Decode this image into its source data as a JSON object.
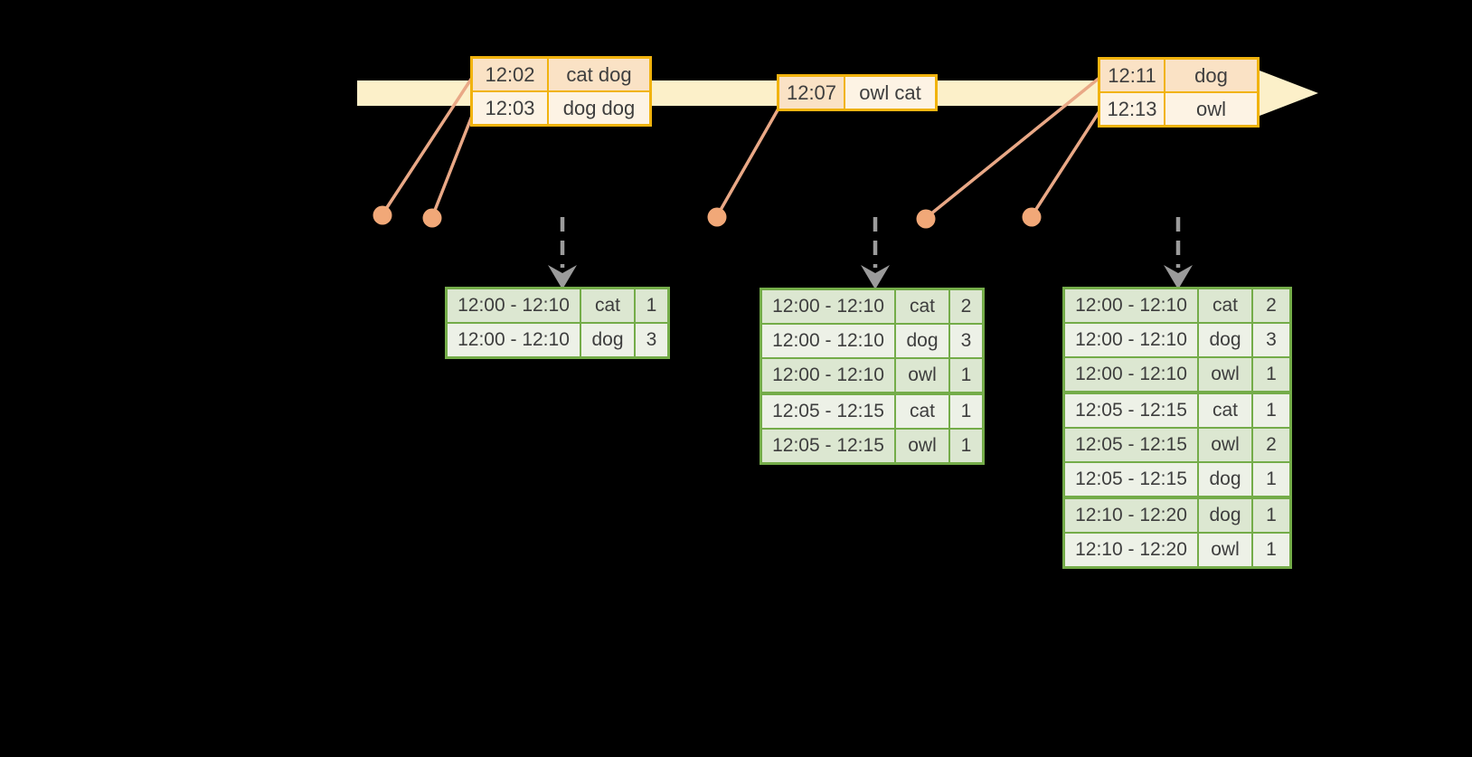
{
  "colors": {
    "background": "#000000",
    "timeline_fill": "#FCF0C9",
    "event_border": "#F1B30E",
    "event_row_dark": "#FAE2C5",
    "event_row_light": "#FDF3E4",
    "connector_line": "#E9A886",
    "dot_fill": "#F1A878",
    "dashed_arrow": "#9B9B9B",
    "result_border": "#74AC49",
    "result_row_dark": "#DCE7D1",
    "result_row_light": "#EDF1E7",
    "text": "#3E3E3E"
  },
  "event_groups": [
    {
      "rows": [
        {
          "time": "12:02",
          "words": "cat dog"
        },
        {
          "time": "12:03",
          "words": "dog dog"
        }
      ]
    },
    {
      "rows": [
        {
          "time": "12:07",
          "words": "owl cat"
        }
      ]
    },
    {
      "rows": [
        {
          "time": "12:11",
          "words": "dog"
        },
        {
          "time": "12:13",
          "words": "owl"
        }
      ]
    }
  ],
  "result_tables": [
    {
      "rows": [
        [
          "12:00 - 12:10",
          "cat",
          "1"
        ],
        [
          "12:00 - 12:10",
          "dog",
          "3"
        ]
      ]
    },
    {
      "rows": [
        [
          "12:00 - 12:10",
          "cat",
          "2"
        ],
        [
          "12:00 - 12:10",
          "dog",
          "3"
        ],
        [
          "12:00 - 12:10",
          "owl",
          "1"
        ],
        [
          "12:05 - 12:15",
          "cat",
          "1"
        ],
        [
          "12:05 - 12:15",
          "owl",
          "1"
        ]
      ]
    },
    {
      "rows": [
        [
          "12:00 - 12:10",
          "cat",
          "2"
        ],
        [
          "12:00 - 12:10",
          "dog",
          "3"
        ],
        [
          "12:00 - 12:10",
          "owl",
          "1"
        ],
        [
          "12:05 - 12:15",
          "cat",
          "1"
        ],
        [
          "12:05 - 12:15",
          "owl",
          "2"
        ],
        [
          "12:05 - 12:15",
          "dog",
          "1"
        ],
        [
          "12:10 - 12:20",
          "dog",
          "1"
        ],
        [
          "12:10 - 12:20",
          "owl",
          "1"
        ]
      ]
    }
  ]
}
